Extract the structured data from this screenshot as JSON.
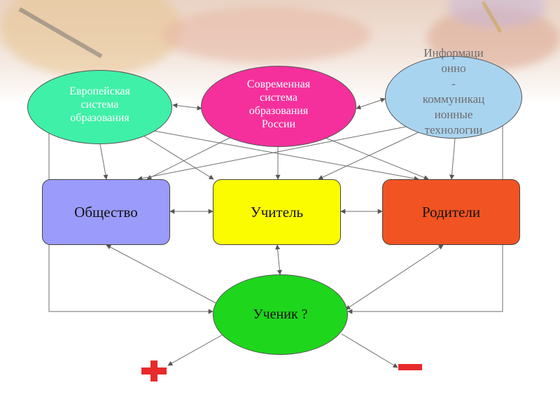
{
  "nodes": {
    "eu_system": {
      "label": "Европейская\nсистема\nобразования",
      "color": "#3ff0a8"
    },
    "russia_system": {
      "label": "Современная\nсистема\nобразования\nРоссии",
      "color": "#f5309c"
    },
    "ict": {
      "label": "Информаци\nонно\n-\nкоммуникац\nионные\nтехнологии",
      "color": "#a9d4f0"
    },
    "society": {
      "label": "Общество",
      "color": "#9b9bfb"
    },
    "teacher": {
      "label": "Учитель",
      "color": "#fcfc00"
    },
    "parents": {
      "label": "Родители",
      "color": "#f25322"
    },
    "student": {
      "label": "Ученик ?",
      "color": "#1ed61c"
    }
  },
  "outcomes": {
    "plus": {
      "icon": "red-plus-icon",
      "color": "#e82a2a"
    },
    "minus": {
      "icon": "red-minus-icon",
      "color": "#e82a2a"
    }
  },
  "connections": [
    {
      "from": "eu_system",
      "to": "russia_system",
      "type": "bidirectional"
    },
    {
      "from": "russia_system",
      "to": "ict",
      "type": "bidirectional"
    },
    {
      "from": "eu_system",
      "to": "society",
      "type": "arrow"
    },
    {
      "from": "eu_system",
      "to": "teacher",
      "type": "arrow"
    },
    {
      "from": "eu_system",
      "to": "parents",
      "type": "arrow"
    },
    {
      "from": "eu_system",
      "to": "student",
      "type": "arrow"
    },
    {
      "from": "russia_system",
      "to": "society",
      "type": "arrow"
    },
    {
      "from": "russia_system",
      "to": "teacher",
      "type": "arrow"
    },
    {
      "from": "russia_system",
      "to": "parents",
      "type": "arrow"
    },
    {
      "from": "ict",
      "to": "society",
      "type": "arrow"
    },
    {
      "from": "ict",
      "to": "teacher",
      "type": "arrow"
    },
    {
      "from": "ict",
      "to": "parents",
      "type": "arrow"
    },
    {
      "from": "ict",
      "to": "student",
      "type": "arrow"
    },
    {
      "from": "society",
      "to": "teacher",
      "type": "bidirectional"
    },
    {
      "from": "teacher",
      "to": "parents",
      "type": "bidirectional"
    },
    {
      "from": "society",
      "to": "student",
      "type": "bidirectional"
    },
    {
      "from": "teacher",
      "to": "student",
      "type": "bidirectional"
    },
    {
      "from": "parents",
      "to": "student",
      "type": "bidirectional"
    },
    {
      "from": "student",
      "to": "plus",
      "type": "arrow"
    },
    {
      "from": "student",
      "to": "minus",
      "type": "arrow"
    }
  ]
}
